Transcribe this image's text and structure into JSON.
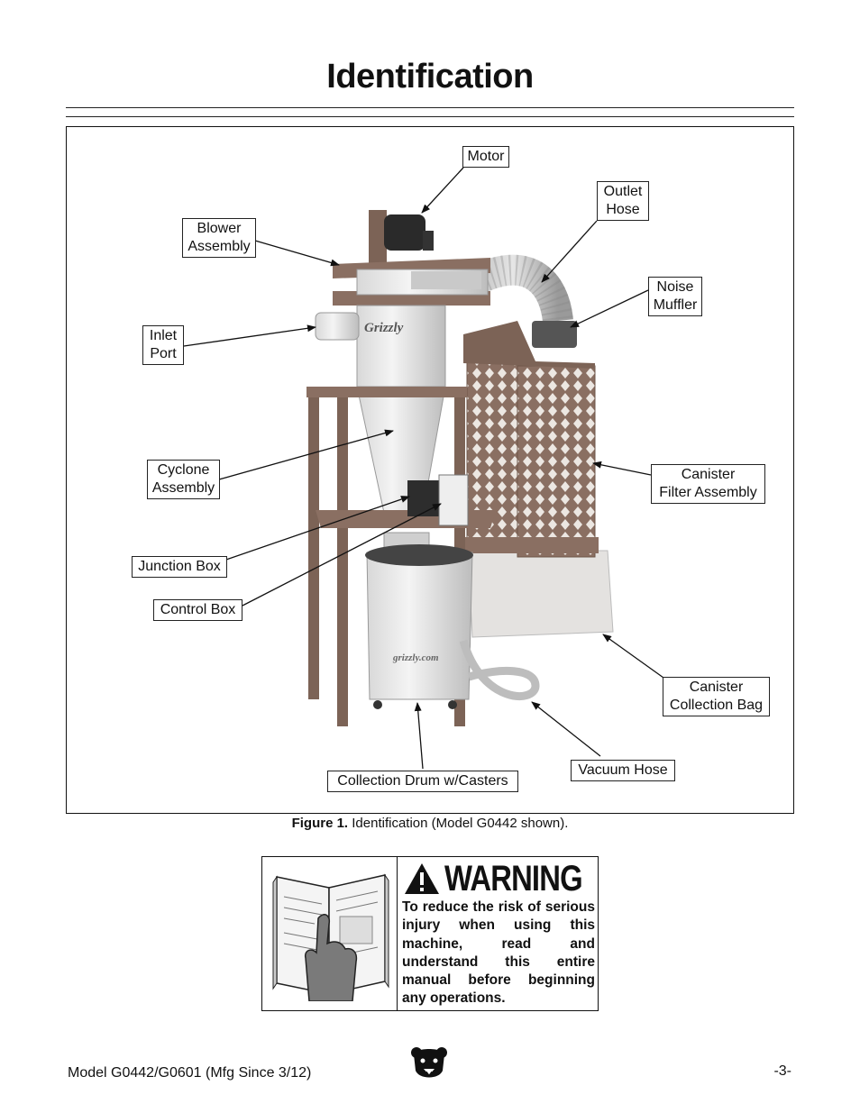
{
  "page": {
    "title": "Identification",
    "figure_caption_bold": "Figure 1.",
    "figure_caption_text": " Identification (Model G0442 shown)."
  },
  "labels": {
    "motor": "Motor",
    "outlet_hose_1": "Outlet",
    "outlet_hose_2": "Hose",
    "blower_1": "Blower",
    "blower_2": "Assembly",
    "noise_1": "Noise",
    "noise_2": "Muffler",
    "inlet_1": "Inlet",
    "inlet_2": "Port",
    "cyclone_1": "Cyclone",
    "cyclone_2": "Assembly",
    "canister_filter_1": "Canister",
    "canister_filter_2": "Filter Assembly",
    "junction_box": "Junction Box",
    "control_box": "Control Box",
    "canister_bag_1": "Canister",
    "canister_bag_2": "Collection Bag",
    "vacuum_hose": "Vacuum Hose",
    "collection_drum": "Collection Drum w/Casters"
  },
  "machine_markings": {
    "brand_cyclone": "Grizzly",
    "brand_drum": "grizzly.com"
  },
  "warning": {
    "heading": "WARNING",
    "text": "To reduce the risk of serious injury when using this machine, read and understand this entire manual before beginning any operations."
  },
  "footer": {
    "model": "Model G0442/G0601 (Mfg Since 3/12)",
    "page_number": "-3-"
  },
  "icons": [
    "warning-triangle-icon",
    "manual-reading-icon",
    "grizzly-bear-logo"
  ]
}
